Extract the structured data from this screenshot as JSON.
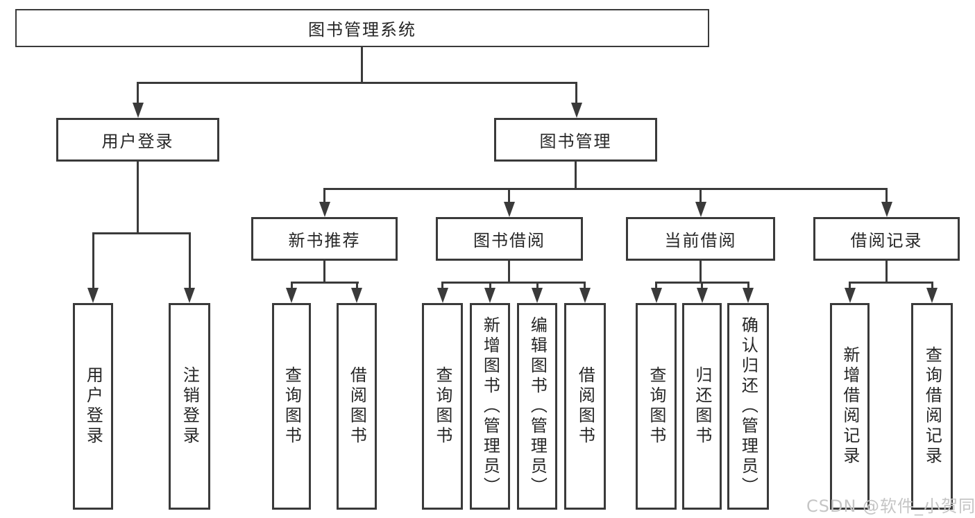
{
  "tree": {
    "root": "图书管理系统",
    "level1": [
      {
        "label": "用户登录"
      },
      {
        "label": "图书管理"
      }
    ],
    "level2": [
      {
        "label": "新书推荐"
      },
      {
        "label": "图书借阅"
      },
      {
        "label": "当前借阅"
      },
      {
        "label": "借阅记录"
      }
    ],
    "leaf_groups": [
      {
        "parent": "用户登录",
        "items": [
          "用户登录",
          "注销登录"
        ]
      },
      {
        "parent": "新书推荐",
        "items": [
          "查询图书",
          "借阅图书"
        ]
      },
      {
        "parent": "图书借阅",
        "items": [
          "查询图书",
          "新增图书（管理员）",
          "编辑图书（管理员）",
          "借阅图书"
        ]
      },
      {
        "parent": "当前借阅",
        "items": [
          "查询图书",
          "归还图书",
          "确认归还（管理员）"
        ]
      },
      {
        "parent": "借阅记录",
        "items": [
          "新增借阅记录",
          "查询借阅记录"
        ]
      }
    ]
  },
  "watermark": "CSDN @软件_小贺同学",
  "colors": {
    "line": "#3a3a3a",
    "text": "#262626",
    "box_background": "#ffffff",
    "watermark": "#c5c5c5"
  }
}
